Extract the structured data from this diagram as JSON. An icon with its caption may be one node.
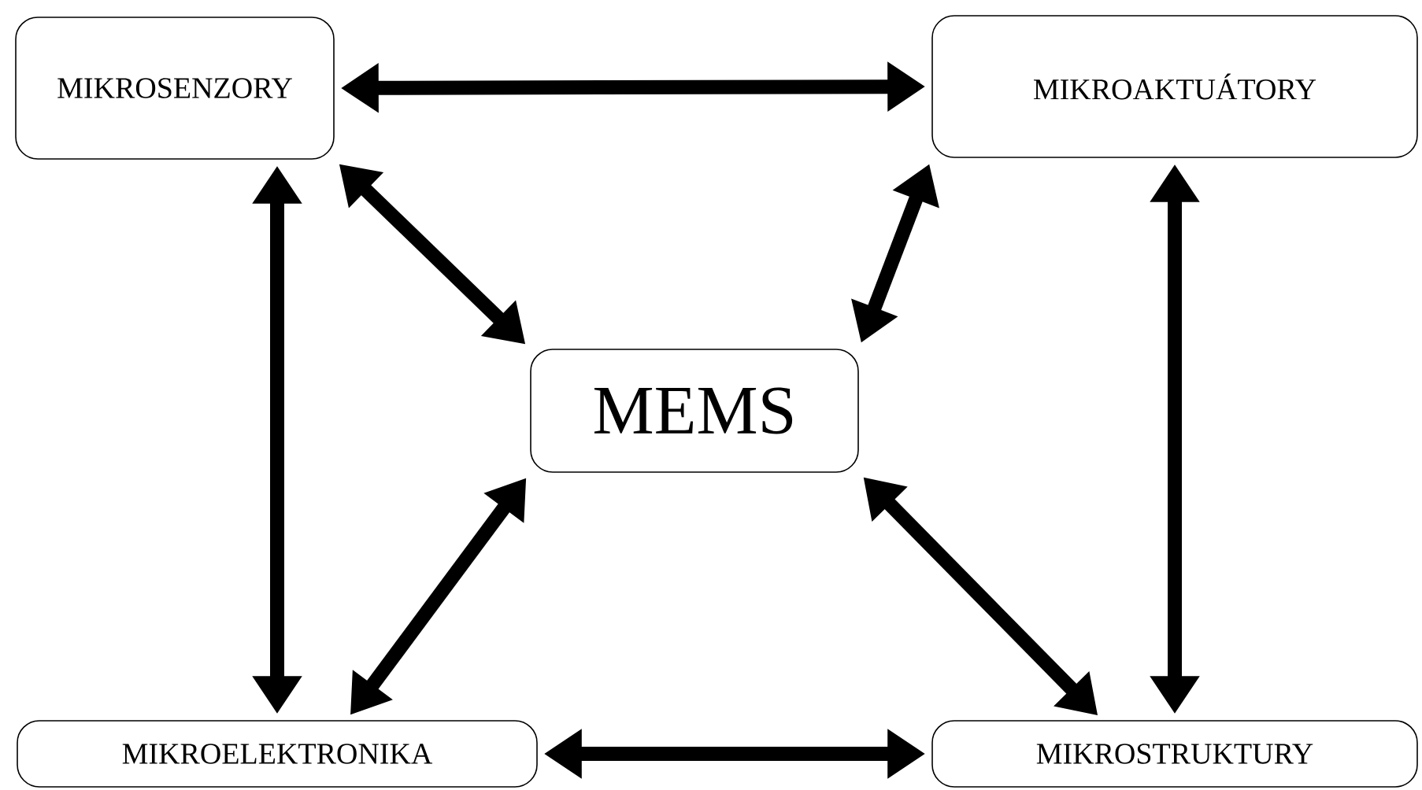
{
  "diagram": {
    "nodes": [
      {
        "text": [
          "MIKROSENZORY"
        ]
      },
      {
        "text": [
          "MIKROAKTUÁTORY"
        ]
      },
      {
        "text": [
          "MEMS"
        ]
      },
      {
        "text": [
          "MIKROELEKTRONIKA"
        ]
      },
      {
        "text": [
          "MIKROSTRUKTURY"
        ]
      }
    ],
    "edges": [
      {
        "from": 0,
        "to": 1,
        "arrow": "both"
      },
      {
        "from": 0,
        "to": 3,
        "arrow": "both"
      },
      {
        "from": 0,
        "to": 2,
        "arrow": "both"
      },
      {
        "from": 1,
        "to": 2,
        "arrow": "both"
      },
      {
        "from": 1,
        "to": 4,
        "arrow": "both"
      },
      {
        "from": 2,
        "to": 3,
        "arrow": "both"
      },
      {
        "from": 2,
        "to": 4,
        "arrow": "both"
      },
      {
        "from": 3,
        "to": 4,
        "arrow": "both"
      }
    ]
  }
}
